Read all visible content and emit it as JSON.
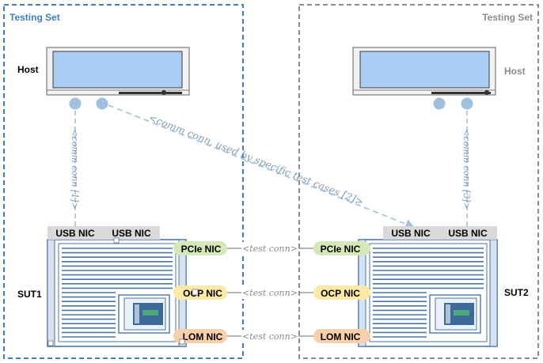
{
  "diagram": {
    "left_set_label": "Testing Set",
    "right_set_label": "Testing Set",
    "host_left_label": "Host",
    "host_right_label": "Host",
    "sut_left_label": "SUT1",
    "sut_right_label": "SUT2",
    "usb_nic_label": "USB NIC",
    "pcie_nic_label": "PCIe NIC",
    "ocp_nic_label": "OCP NIC",
    "lom_nic_label": "LOM NIC",
    "comm_conn_1": "<comm conn [1]>",
    "comm_conn_2": "<comm conn, used by specific test cases [2]>",
    "comm_conn_3": "<comm conn [3]>",
    "test_conn": "<test conn>",
    "colors": {
      "left_frame": "#3f7fc1",
      "right_frame": "#8c8c8c",
      "comm_link": "#9fc0de",
      "test_link": "#8a8a8a",
      "pcie_fill": "#d4e8b8",
      "ocp_fill": "#fde9a6",
      "lom_fill": "#f7cfa8",
      "usb_fill": "#d9d9d9",
      "screen_fill": "#a9cdf3",
      "server_stroke": "#4a76a8"
    }
  }
}
